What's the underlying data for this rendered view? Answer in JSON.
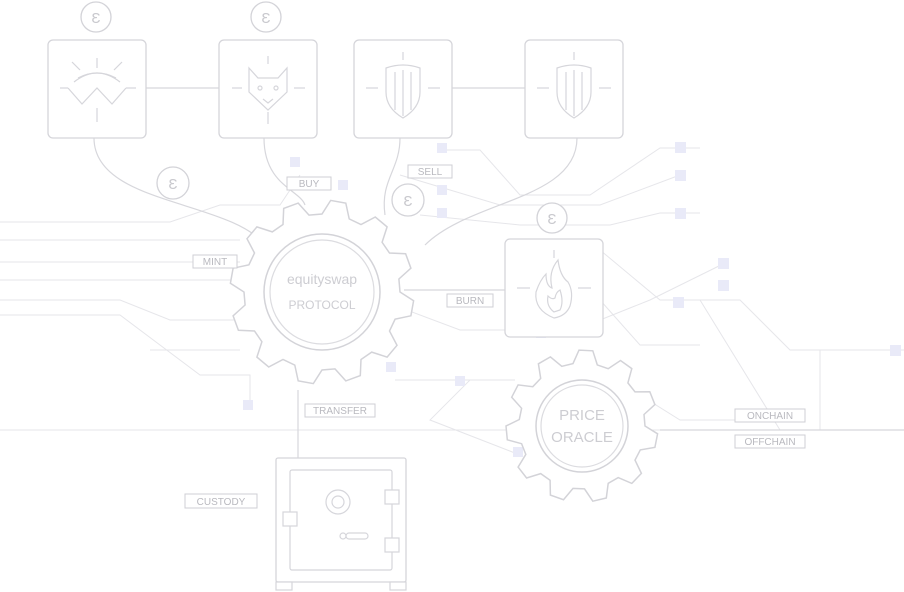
{
  "protocol": {
    "line1": "equityswap",
    "line2": "PROTOCOL"
  },
  "oracle": {
    "line1": "PRICE",
    "line2": "ORACLE"
  },
  "tags": {
    "buy": "BUY",
    "sell": "SELL",
    "mint": "MINT",
    "burn": "BURN",
    "transfer": "TRANSFER",
    "onchain": "ONCHAIN",
    "offchain": "OFFCHAIN",
    "custody": "CUSTODY"
  },
  "coin_symbol": "Ɛ",
  "icons": {
    "tile1": "wallet-wings-icon",
    "tile2": "fox-icon",
    "tile3": "shield-icon",
    "tile4": "shield-icon",
    "burn": "flame-icon",
    "custody": "safe-icon"
  },
  "colors": {
    "line": "#e6e6ea",
    "stroke": "#d3d3d8",
    "accent_square": "#e9eaf8",
    "text": "#c9c9ce"
  }
}
